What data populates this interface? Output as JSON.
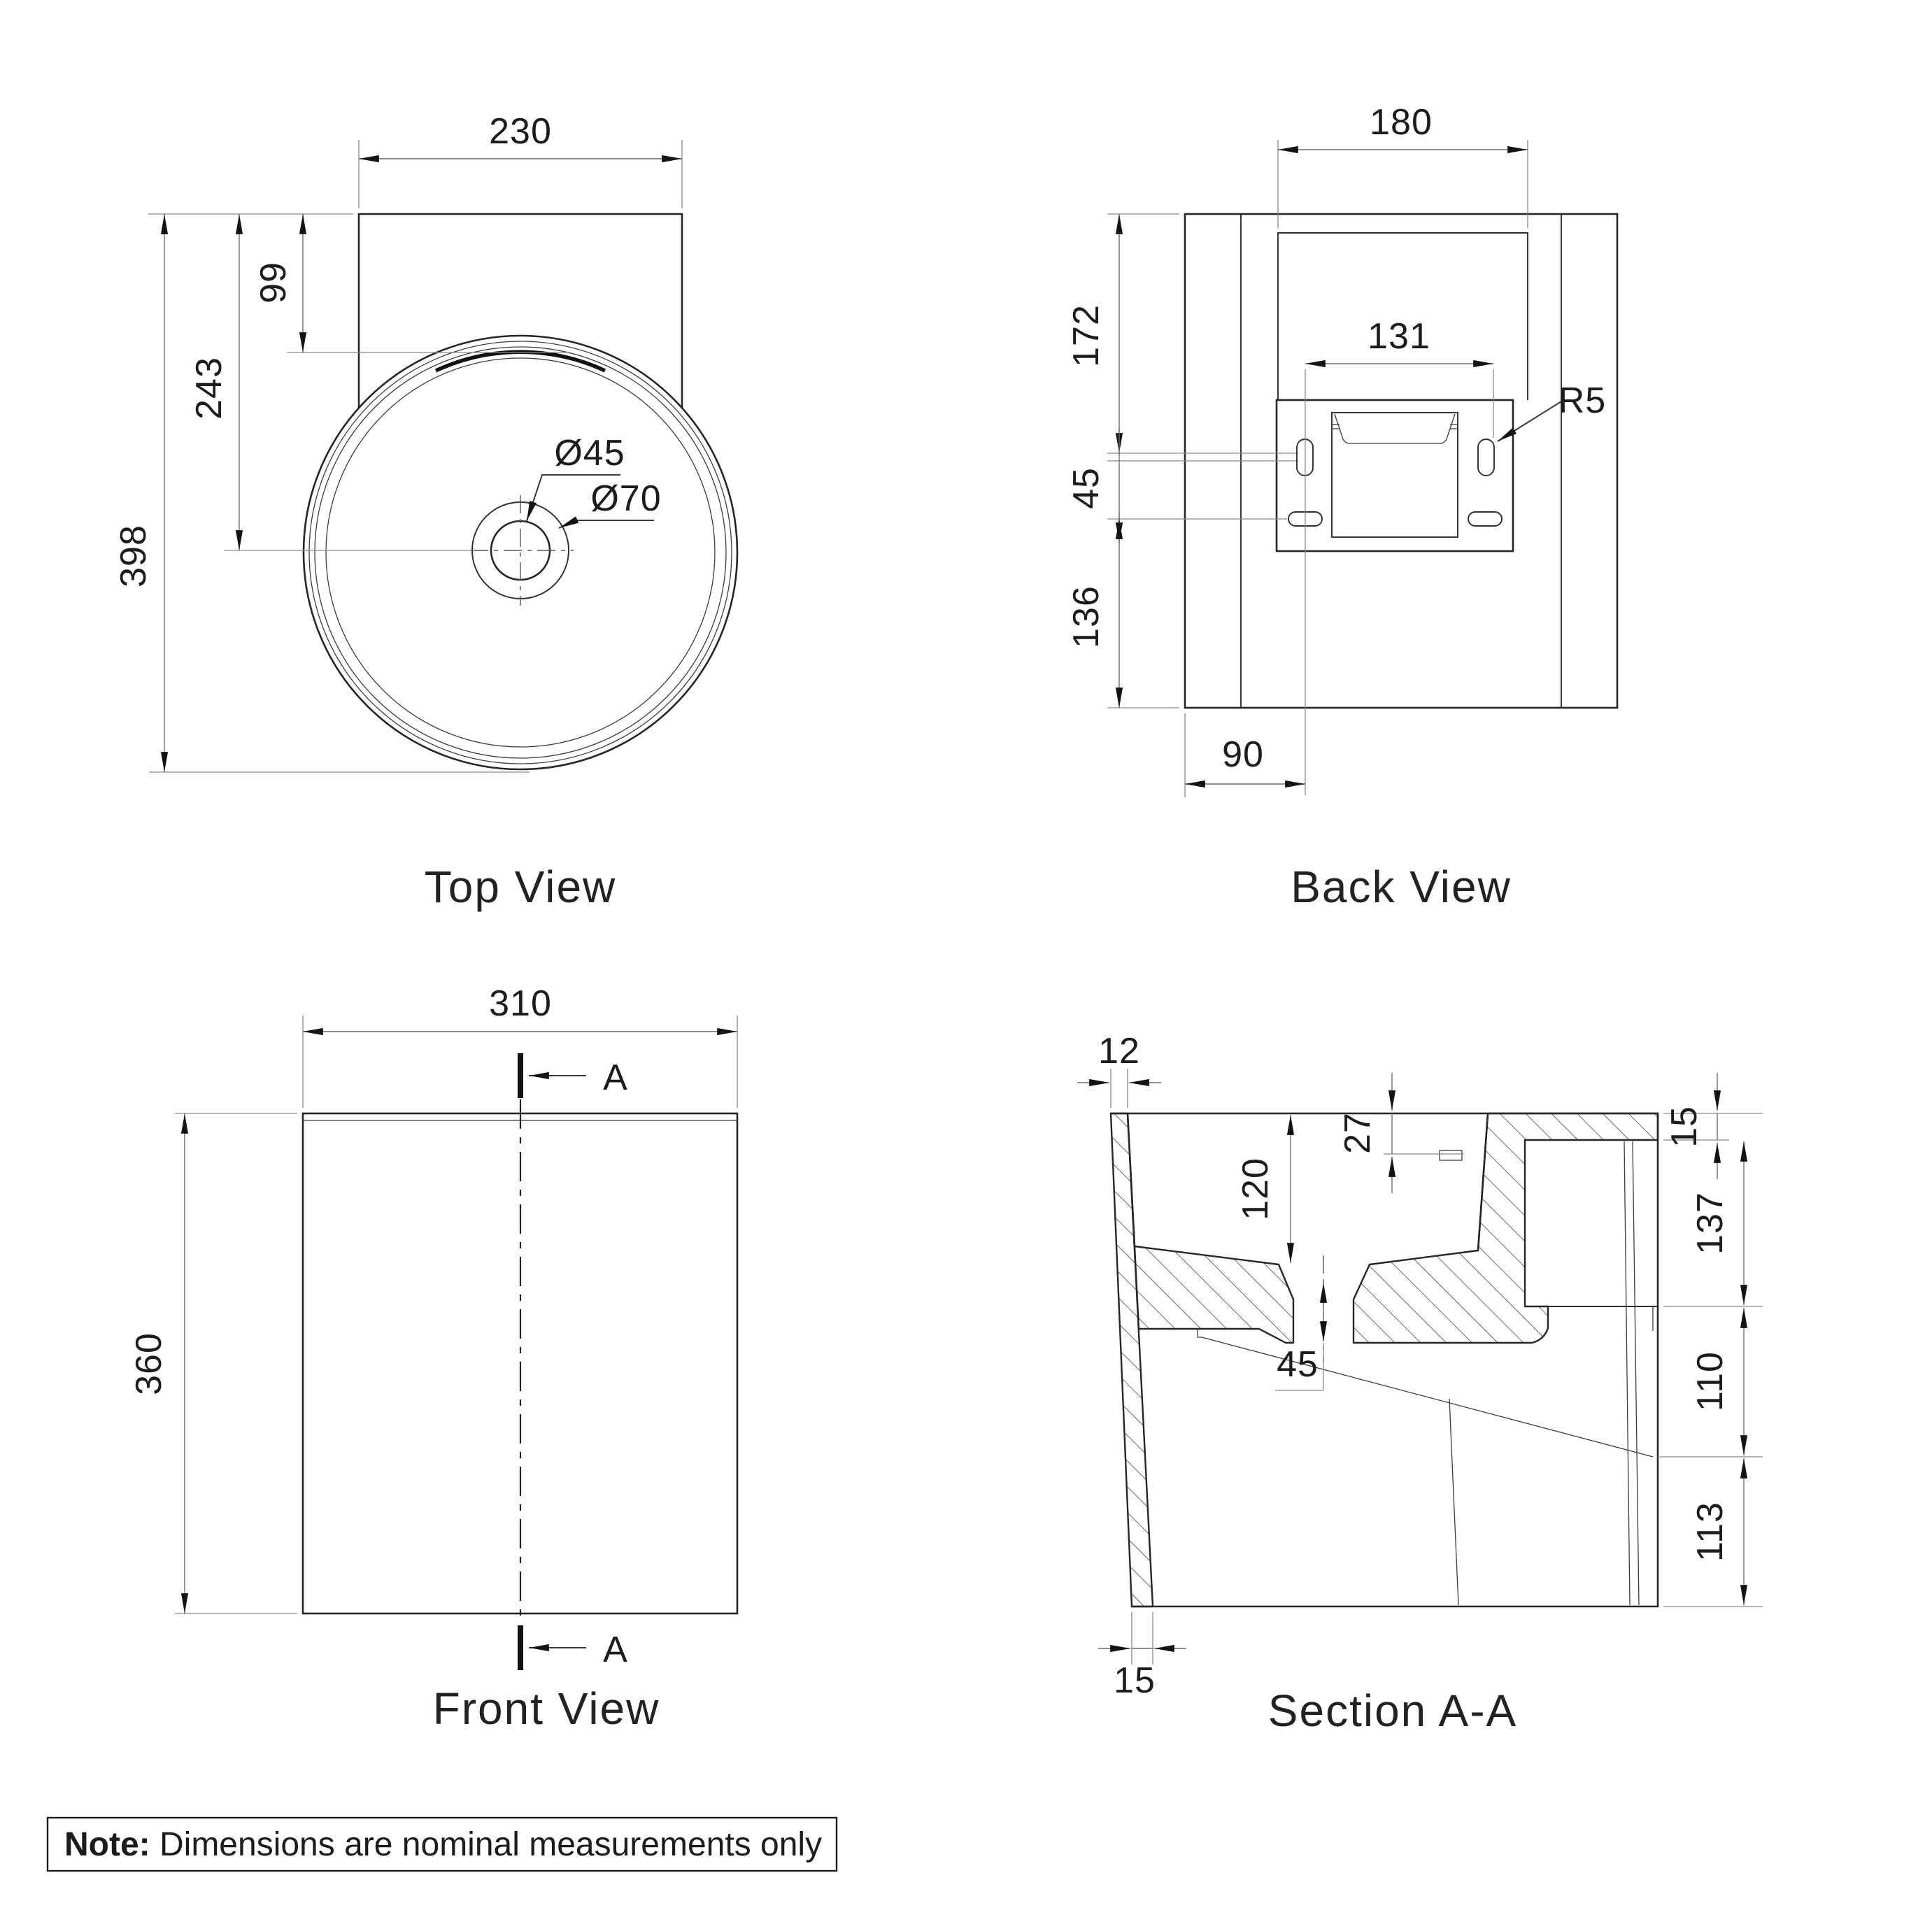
{
  "drawing": {
    "note": {
      "label": "Note:",
      "text": " Dimensions are nominal measurements only"
    },
    "top_view": {
      "title": "Top View",
      "dim_back_width": "230",
      "dim_overflow_offset": "99",
      "dim_drain_center": "243",
      "dim_total_depth": "398",
      "label_drain_inner": "Ø45",
      "label_drain_outer": "Ø70"
    },
    "back_view": {
      "title": "Back View",
      "dim_recess_width": "180",
      "dim_top_to_slot": "172",
      "dim_slot_spacing": "131",
      "label_slot_radius": "R5",
      "dim_slot_gap": "45",
      "dim_slot_to_bottom": "136",
      "dim_edge_to_slot": "90"
    },
    "front_view": {
      "title": "Front View",
      "dim_width": "310",
      "dim_height": "360",
      "section_marker": "A"
    },
    "section_view": {
      "title": "Section A-A",
      "dim_wall_top": "12",
      "dim_overflow_depth": "27",
      "dim_bowl_depth": "120",
      "dim_rim_thickness": "15",
      "dim_recess_height": "137",
      "dim_mid_height": "110",
      "dim_lower_height": "113",
      "dim_drain_depth": "45",
      "dim_wall_bottom": "15"
    }
  }
}
